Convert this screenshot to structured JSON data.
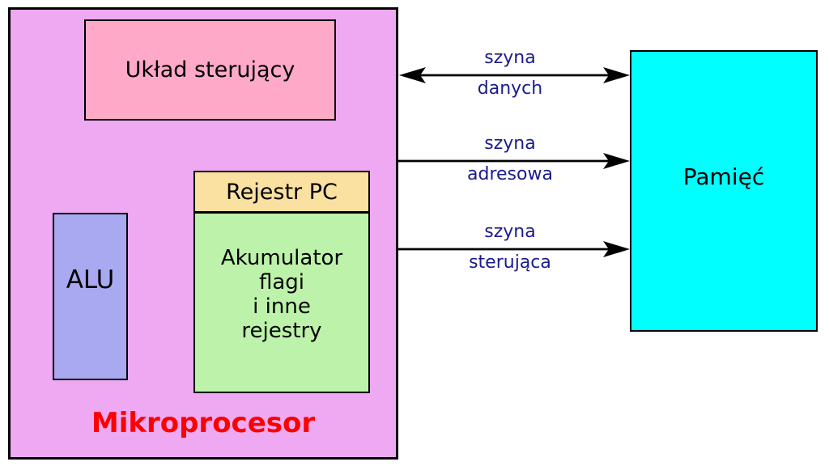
{
  "diagram": {
    "processor": {
      "title": "Mikroprocesor",
      "nodes": {
        "control_unit": "Układ sterujący",
        "pc_register": "Rejestr PC",
        "registers_block": [
          "Akumulator",
          "flagi",
          "i inne",
          "rejestry"
        ],
        "alu": "ALU"
      },
      "internal_links": [
        {
          "from": "pc_register",
          "to": "control_unit",
          "direction": "up"
        },
        {
          "from": "registers_block",
          "to": "alu",
          "direction": "left"
        },
        {
          "from": "alu",
          "to": "registers_block",
          "direction": "right"
        }
      ]
    },
    "memory": {
      "label": "Pamięć"
    },
    "buses": [
      {
        "id": "data-bus",
        "line1": "szyna",
        "line2": "danych",
        "direction": "bidirectional"
      },
      {
        "id": "address-bus",
        "line1": "szyna",
        "line2": "adresowa",
        "direction": "to-memory"
      },
      {
        "id": "control-bus",
        "line1": "szyna",
        "line2": "sterująca",
        "direction": "to-memory"
      }
    ],
    "colors": {
      "canvas_bg": "#ffffff",
      "processor_bg": "#eea9f2",
      "control_unit_bg": "#ffa9c9",
      "pc_register_bg": "#fae1a1",
      "registers_bg": "#bdf2ab",
      "alu_bg": "#a9a9f2",
      "memory_bg": "#00ffff",
      "bus_label_color": "#1b1b8d",
      "title_color": "#ff0000",
      "line_color": "#000000"
    }
  }
}
